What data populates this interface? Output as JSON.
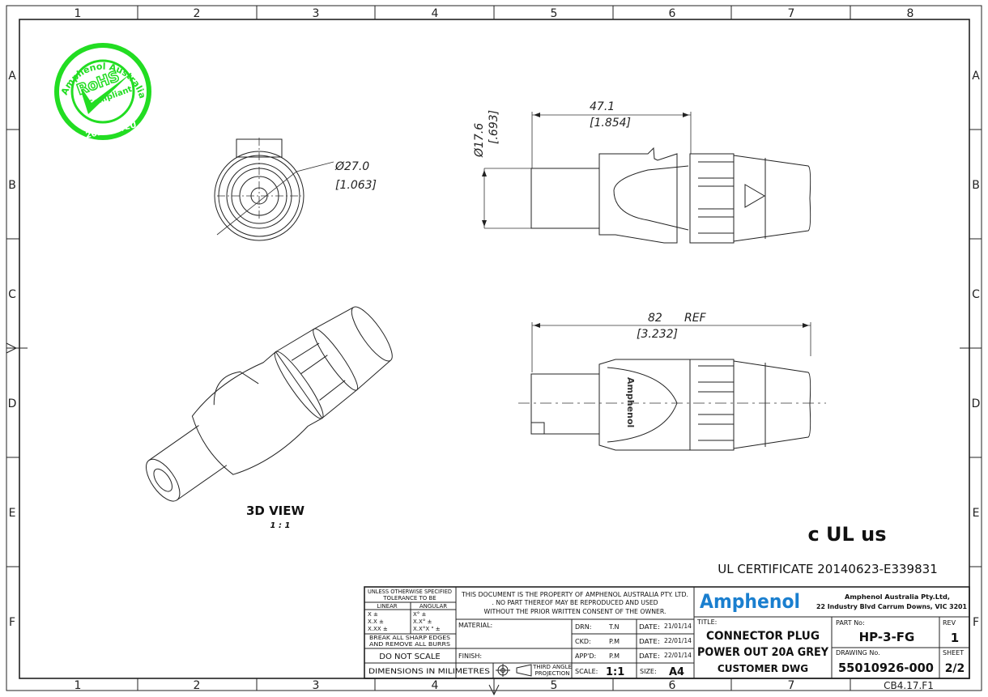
{
  "frame": {
    "columns": [
      "1",
      "2",
      "3",
      "4",
      "5",
      "6",
      "7",
      "8"
    ],
    "rows": [
      "A",
      "B",
      "C",
      "D",
      "E",
      "F"
    ]
  },
  "stamp": {
    "ring_text": "Amphenol Australia",
    "badge": "RoHS",
    "sub": "Compliant",
    "directive": "2011/65/EU",
    "color": "#22dd22"
  },
  "views": {
    "front_dim": "Ø27.0",
    "front_dim_in": "[1.063]",
    "side_len": "47.1",
    "side_len_in": "[1.854]",
    "side_dia": "Ø17.6",
    "side_dia_in": "[.693]",
    "overall_len": "82",
    "overall_ref": "REF",
    "overall_len_in": "[3.232]",
    "body_logo": "Amphenol",
    "view_3d_label": "3D VIEW",
    "view_3d_scale": "1 : 1"
  },
  "certification": {
    "mark": "c UL us",
    "text": "UL CERTIFICATE 20140623-E339831"
  },
  "title_block": {
    "tol_header1": "UNLESS OTHERWISE SPECIFIED",
    "tol_header2": "TOLERANCE TO BE",
    "linear": "LINEAR",
    "angular": "ANGULAR",
    "lin_rows": [
      "X    ±",
      "X.X   ±",
      "X.XX  ±"
    ],
    "ang_rows": [
      "X°    ±",
      "X.X°   ±",
      "X.X°X \" ±"
    ],
    "burrs1": "BREAK ALL SHARP EDGES",
    "burrs2": "AND REMOVE ALL BURRS",
    "do_not_scale": "DO NOT SCALE",
    "dimensions": "DIMENSIONS IN MILIMETRES",
    "notice1": "THIS DOCUMENT IS THE PROPERTY OF AMPHENOL AUSTRALIA PTY. LTD.",
    "notice2": ". NO PART THEREOF MAY BE REPRODUCED AND USED",
    "notice3": "WITHOUT THE PRIOR WRITTEN CONSENT OF THE OWNER.",
    "material_label": "MATERIAL:",
    "finish_label": "FINISH:",
    "projection1": "THIRD ANGLE",
    "projection2": "PROJECTION",
    "drn_label": "DRN:",
    "drn": "T.N",
    "ckd_label": "CKD:",
    "ckd": "P.M",
    "appd_label": "APP'D:",
    "appd": "P.M",
    "date_label": "DATE:",
    "drn_date": "21/01/14",
    "ckd_date": "22/01/14",
    "appd_date": "22/01/14",
    "scale_label": "SCALE:",
    "scale": "1:1",
    "size_label": "SIZE:",
    "size": "A4",
    "logo": "Amphenol",
    "logo_color": "#1a7fcf",
    "company": "Amphenol Australia Pty.Ltd,",
    "address": "22 Industry Blvd Carrum Downs, VIC 3201",
    "title_label": "TITLE:",
    "title1": "CONNECTOR PLUG",
    "title2": "POWER OUT 20A GREY",
    "title3": "CUSTOMER DWG",
    "part_label": "PART No:",
    "part": "HP-3-FG",
    "rev_label": "REV",
    "rev": "1",
    "dwg_label": "DRAWING No.",
    "dwg": "55010926-000",
    "sheet_label": "SHEET",
    "sheet": "2/2",
    "form_code": "CB4.17.F1"
  }
}
